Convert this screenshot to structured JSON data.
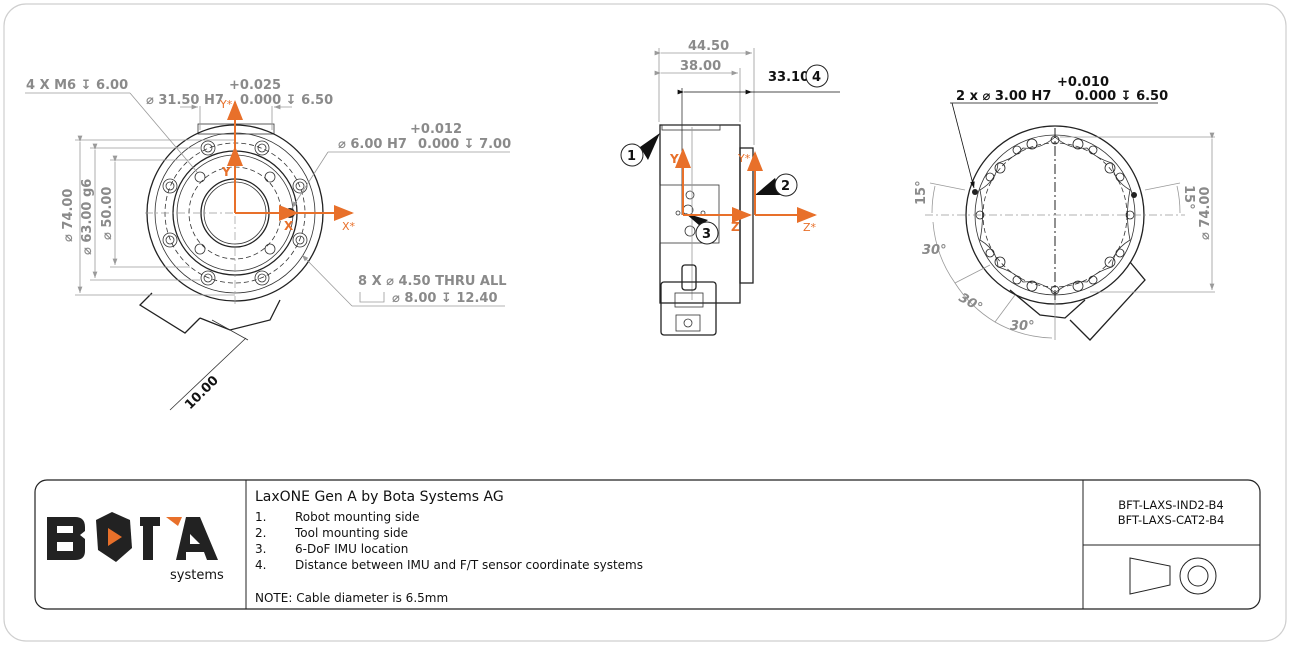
{
  "colors": {
    "axis": "#e8702a",
    "dimension": "#8a8a8a",
    "brand_accent": "#e8702a",
    "brand_dark": "#222222"
  },
  "front_view": {
    "callout_m6": "4 X M6 ↧ 6.00",
    "bore_tol_upper": "+0.025",
    "bore_dim": "⌀ 31.50 H7",
    "bore_tol_lower": "0.000 ↧ 6.50",
    "pin_tol_upper": "+0.012",
    "pin_dim": "⌀ 6.00 H7",
    "pin_tol_lower": "0.000 ↧ 7.00",
    "thru_line1": "8 X ⌀ 4.50 THRU ALL",
    "thru_line2": "⌀ 8.00 ↧ 12.40",
    "dia_74": "⌀ 74.00",
    "dia_63": "⌀ 63.00 g6",
    "dia_50": "⌀ 50.00",
    "dim_10": "10.00",
    "axis_y_star": "Y*",
    "axis_y": "Y",
    "axis_x": "X",
    "axis_x_star": "X*"
  },
  "side_view": {
    "dim_44": "44.50",
    "dim_38": "38.00",
    "dim_33": "33.10",
    "axis_y": "Y",
    "axis_y_star": "Y*",
    "axis_z": "Z",
    "axis_z_star": "Z*",
    "callouts": [
      "1",
      "2",
      "3",
      "4"
    ]
  },
  "back_view": {
    "pin_tol_upper": "+0.010",
    "pin_dim": "2 x ⌀ 3.00 H7",
    "pin_tol_lower": "0.000 ↧ 6.50",
    "angle_15_left": "15°",
    "angle_15_right": "15°",
    "angle_30_a": "30°",
    "angle_30_b": "30°",
    "angle_30_c": "30°",
    "dia_74": "⌀ 74.00"
  },
  "title_block": {
    "logo_text": "BOTA",
    "logo_sub": "systems",
    "title": "LaxONE Gen A by Bota Systems AG",
    "notes": [
      {
        "num": "1.",
        "text": "Robot mounting side"
      },
      {
        "num": "2.",
        "text": "Tool mounting side"
      },
      {
        "num": "3.",
        "text": "6-DoF IMU location"
      },
      {
        "num": "4.",
        "text": "Distance between IMU and F/T sensor coordinate systems"
      }
    ],
    "note": "NOTE: Cable diameter is 6.5mm",
    "part_numbers": [
      "BFT-LAXS-IND2-B4",
      "BFT-LAXS-CAT2-B4"
    ]
  }
}
